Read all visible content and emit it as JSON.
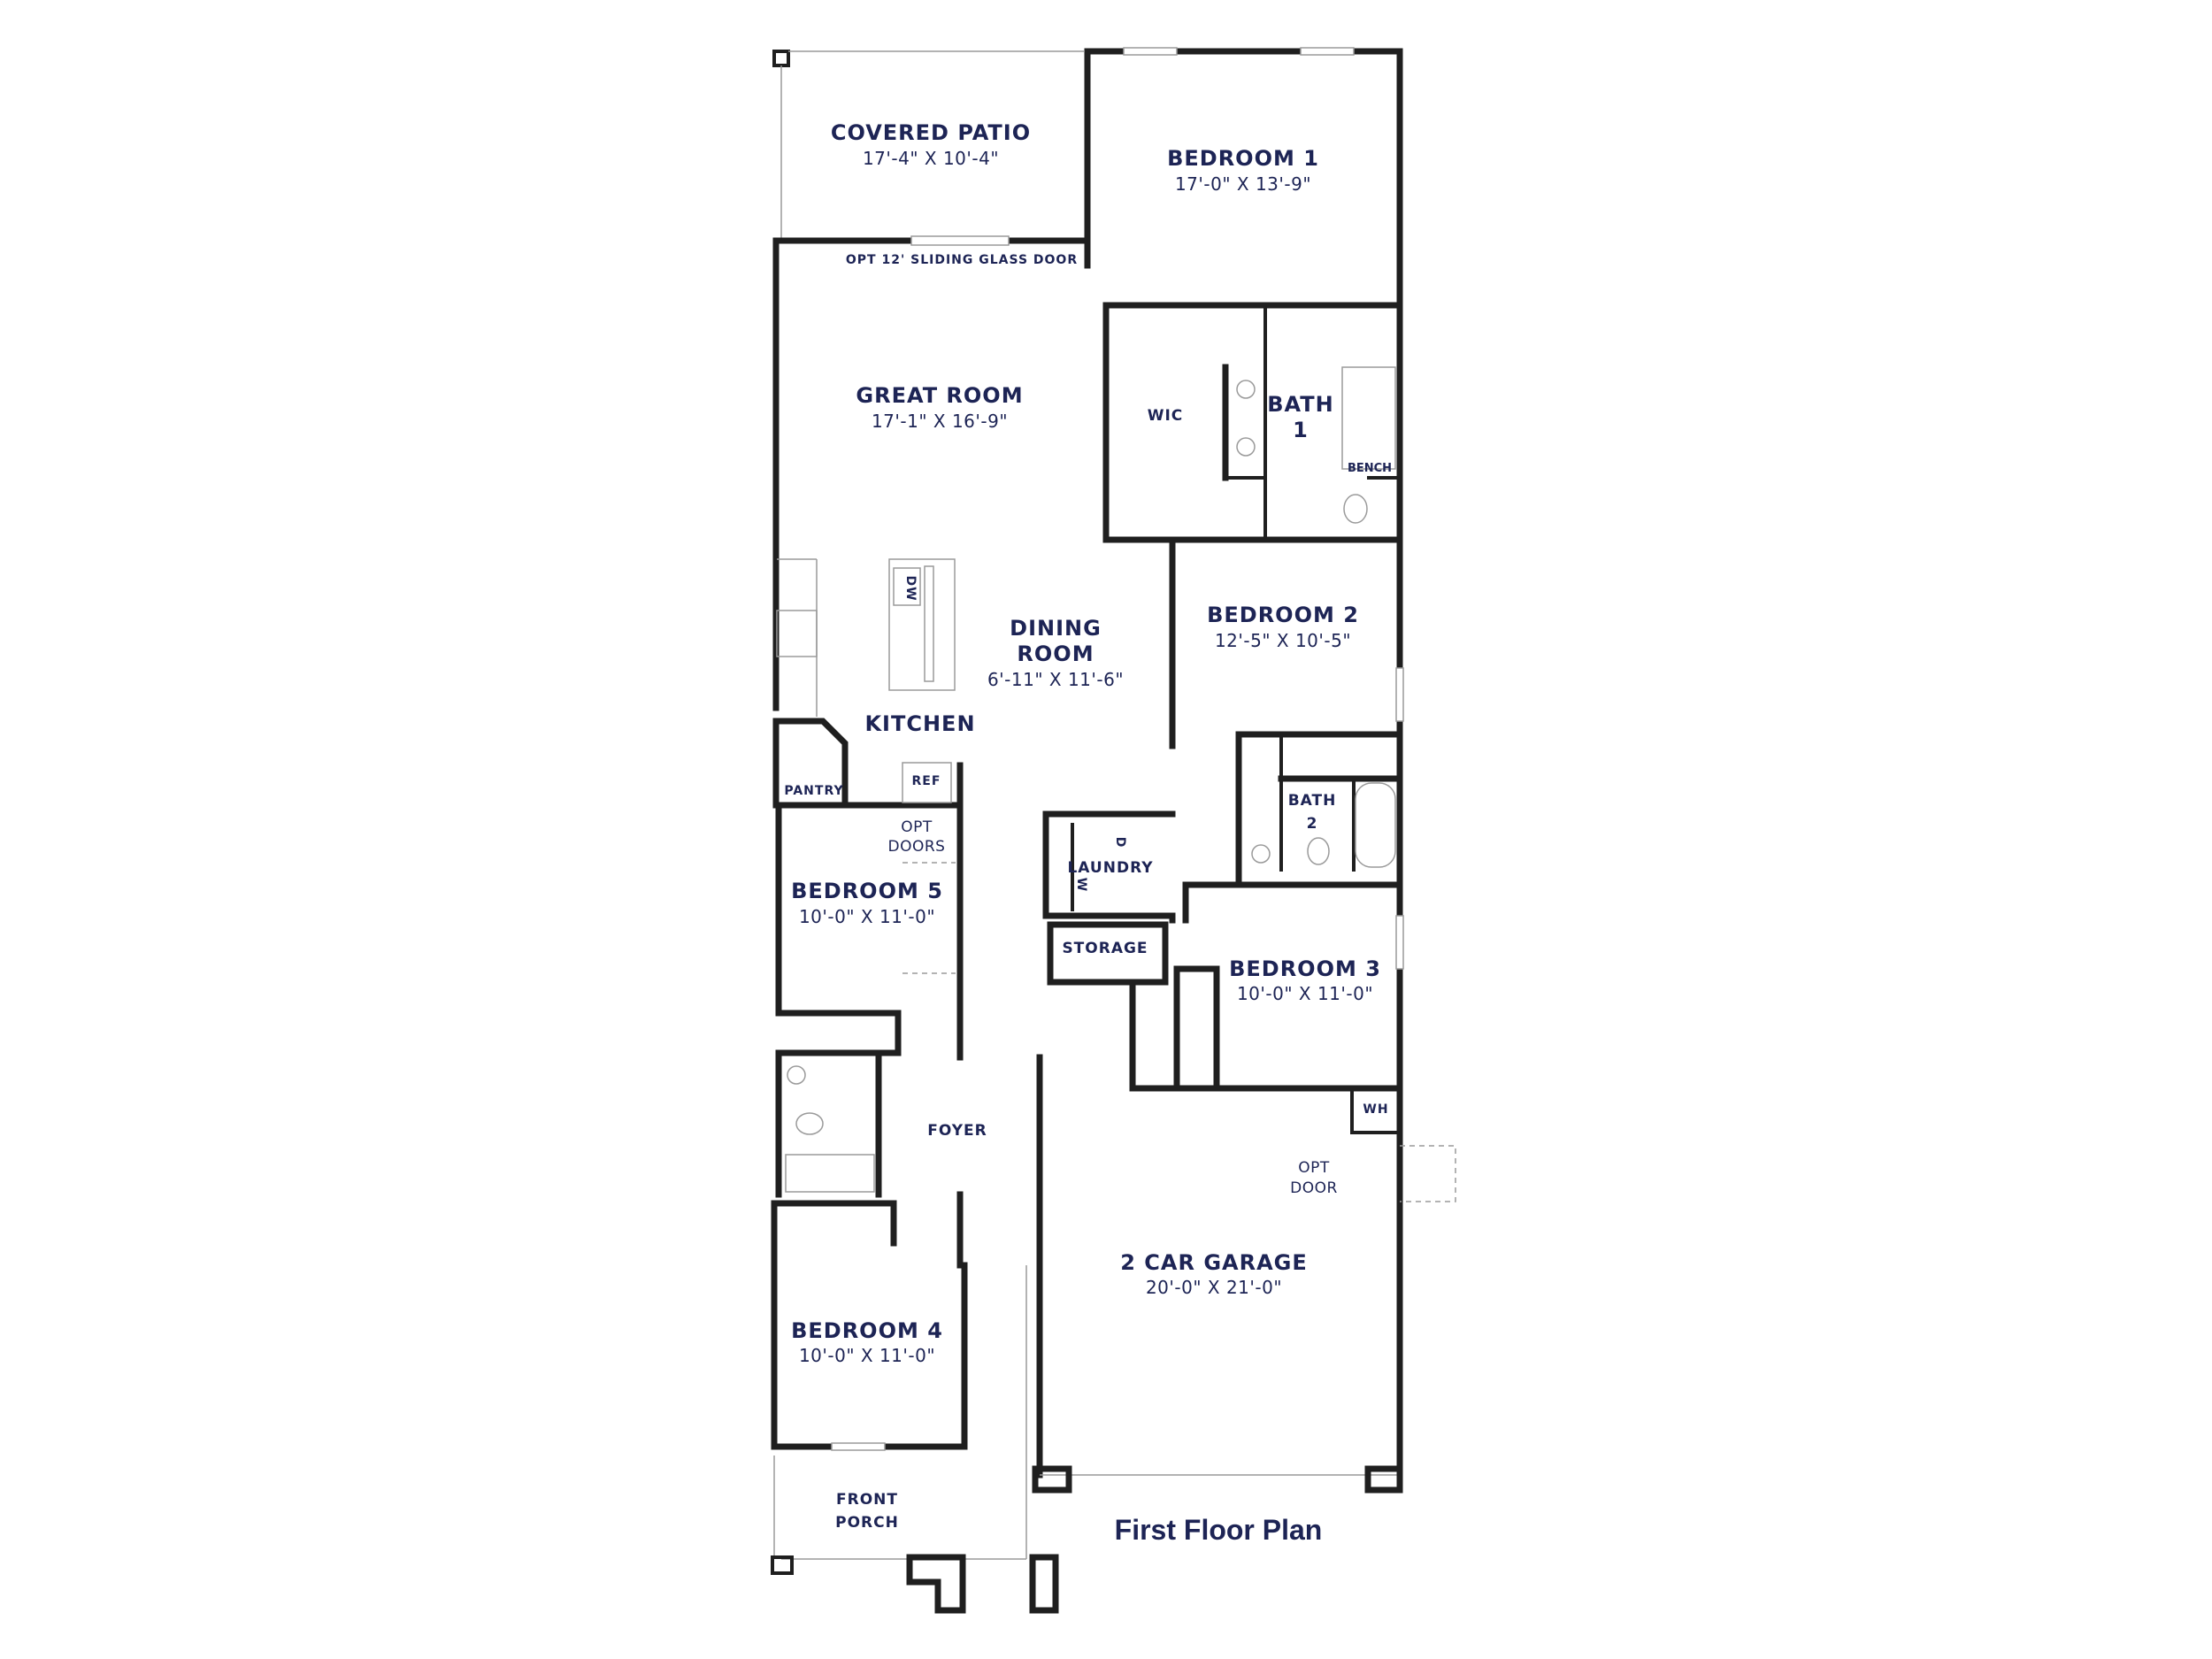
{
  "title": "First Floor Plan",
  "rooms": {
    "covered_patio": {
      "name": "COVERED PATIO",
      "dims": "17'-4\" X 10'-4\""
    },
    "bedroom1": {
      "name": "BEDROOM 1",
      "dims": "17'-0\" X 13'-9\""
    },
    "sliding_door": {
      "name": "OPT 12' SLIDING GLASS DOOR"
    },
    "great_room": {
      "name": "GREAT ROOM",
      "dims": "17'-1\" X 16'-9\""
    },
    "wic": {
      "name": "WIC"
    },
    "bath1": {
      "line1": "BATH",
      "line2": "1"
    },
    "bench": {
      "name": "BENCH"
    },
    "dining": {
      "line1": "DINING",
      "line2": "ROOM",
      "dims": "6'-11\" X 11'-6\""
    },
    "bedroom2": {
      "name": "BEDROOM 2",
      "dims": "12'-5\" X 10'-5\""
    },
    "dw": {
      "name": "DW"
    },
    "kitchen": {
      "name": "KITCHEN"
    },
    "pantry": {
      "name": "PANTRY"
    },
    "ref": {
      "name": "REF"
    },
    "bath2": {
      "line1": "BATH",
      "line2": "2"
    },
    "opt_doors": {
      "line1": "OPT",
      "line2": "DOORS"
    },
    "bedroom5": {
      "name": "BEDROOM 5",
      "dims": "10'-0\" X 11'-0\""
    },
    "laundry": {
      "name": "LAUNDRY",
      "w": "W",
      "d": "D"
    },
    "storage": {
      "name": "STORAGE"
    },
    "bedroom3": {
      "name": "BEDROOM 3",
      "dims": "10'-0\" X 11'-0\""
    },
    "wh": {
      "name": "WH"
    },
    "foyer": {
      "name": "FOYER"
    },
    "opt_door": {
      "line1": "OPT",
      "line2": "DOOR"
    },
    "garage": {
      "name": "2 CAR GARAGE",
      "dims": "20'-0\" X 21'-0\""
    },
    "bedroom4": {
      "name": "BEDROOM 4",
      "dims": "10'-0\" X 11'-0\""
    },
    "front_porch": {
      "line1": "FRONT",
      "line2": "PORCH"
    }
  },
  "colors": {
    "label": "#1d2455",
    "wall": "#1f1f1f",
    "fixture": "#9a9a9a"
  }
}
